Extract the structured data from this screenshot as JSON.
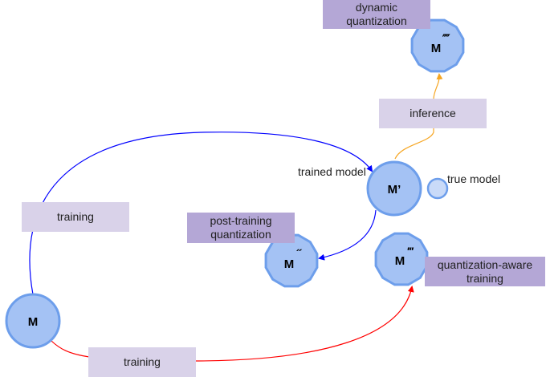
{
  "colors": {
    "node_fill": "#a4c2f4",
    "node_fill_light": "#c9daf8",
    "node_stroke": "#6d9eeb",
    "edge_blue": "#0000ff",
    "edge_red": "#ff0000",
    "edge_orange": "#f6a623",
    "box_light": "#d9d2e9",
    "box_dark": "#b4a7d6"
  },
  "nodes": {
    "m": {
      "label": "M",
      "shape": "circle"
    },
    "m_prime": {
      "label": "M’",
      "shape": "circle"
    },
    "true_model": {
      "label": "",
      "shape": "circle"
    },
    "m_ptq": {
      "label": "M",
      "marks": "˝",
      "shape": "dodecagon"
    },
    "m_qat": {
      "label": "M",
      "marks": "‴",
      "shape": "dodecagon"
    },
    "m_dyn": {
      "label": "M",
      "marks": "⁗",
      "shape": "dodecagon"
    }
  },
  "labels": {
    "training_top": "training",
    "training_bottom": "training",
    "inference": "inference",
    "dynamic_quantization": "dynamic quantization",
    "post_training_quantization": "post-training quantization",
    "quantization_aware_training": "quantization-aware training",
    "trained_model": "trained model",
    "true_model": "true model"
  },
  "edges": [
    {
      "from": "M",
      "to": "M’",
      "via": "training",
      "color": "blue"
    },
    {
      "from": "M",
      "to": "M‴",
      "via": "training",
      "color": "red"
    },
    {
      "from": "M’",
      "to": "M″",
      "via": "post-training quantization",
      "color": "blue"
    },
    {
      "from": "M’",
      "to": "M⁗",
      "via": "inference",
      "color": "orange"
    }
  ]
}
